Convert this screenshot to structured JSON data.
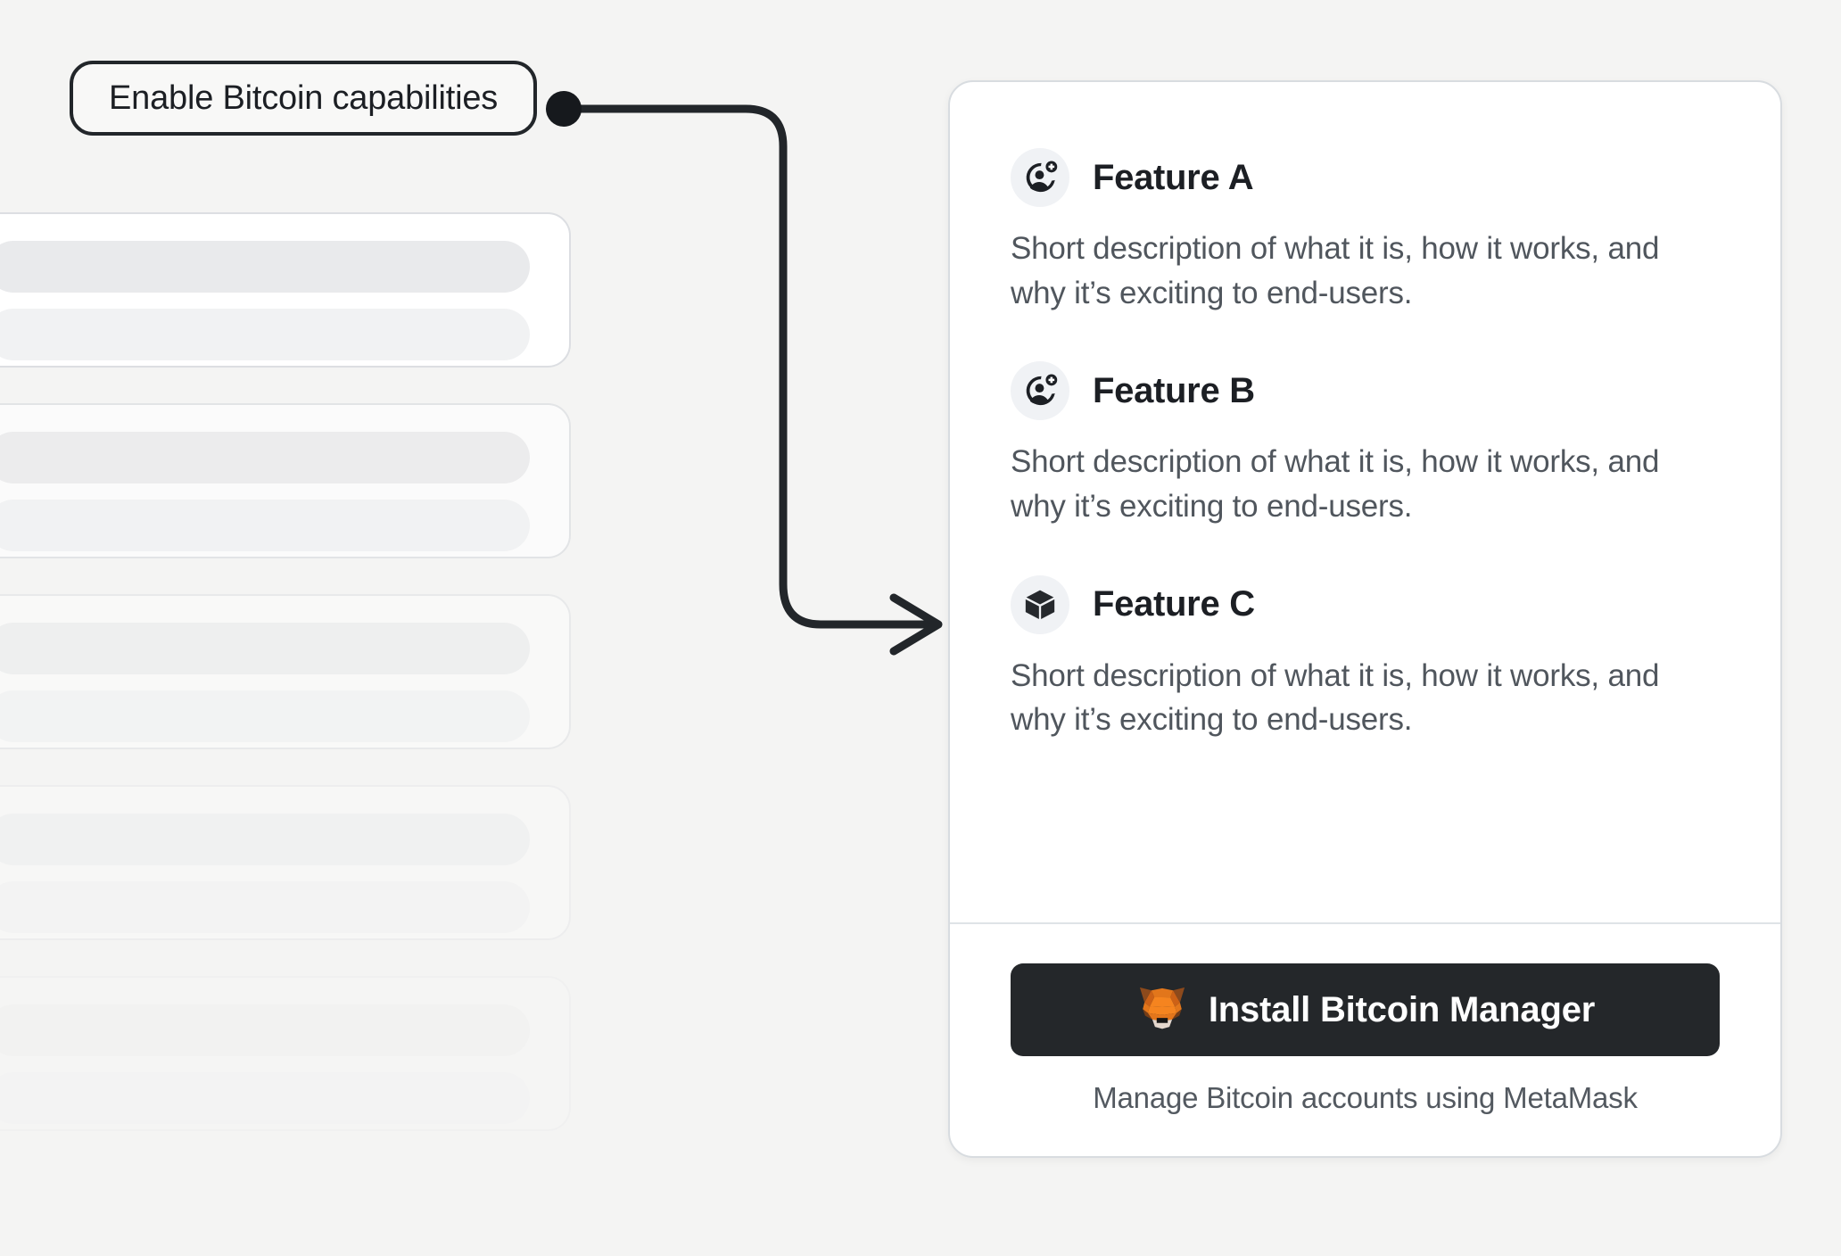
{
  "page": {
    "background_color": "#f4f4f3"
  },
  "callout": {
    "label": "Enable Bitcoin capabilities",
    "border_color": "#22262a",
    "dot_color": "#16191d"
  },
  "connector": {
    "name": "annotation-arrow",
    "color": "#22262a"
  },
  "background_placeholders": {
    "count": 5,
    "note": "skeleton loading cards"
  },
  "card": {
    "border_color": "#d8dce0",
    "background_color": "#ffffff",
    "features": [
      {
        "icon": "user-add-icon",
        "title": "Feature A",
        "description": "Short description of what it is, how it works, and why it’s exciting to end-users."
      },
      {
        "icon": "user-add-icon",
        "title": "Feature B",
        "description": "Short description of what it is, how it works, and why it’s exciting to end-users."
      },
      {
        "icon": "cube-icon",
        "title": "Feature C",
        "description": "Short description of what it is, how it works, and why it’s exciting to end-users."
      }
    ],
    "footer": {
      "button_label": "Install Bitcoin Manager",
      "button_icon": "metamask-fox-icon",
      "button_color": "#24272a",
      "note": "Manage Bitcoin accounts using MetaMask"
    }
  }
}
